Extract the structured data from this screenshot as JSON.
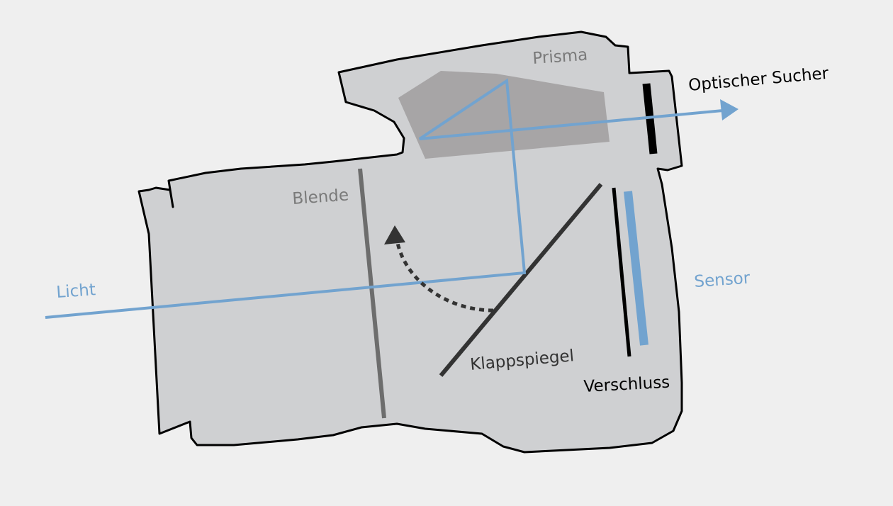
{
  "labels": {
    "prism": "Prisma",
    "viewfinder": "Optischer Sucher",
    "aperture": "Blende",
    "light": "Licht",
    "sensor": "Sensor",
    "mirror": "Klappspiegel",
    "shutter": "Verschluss"
  },
  "colors": {
    "background": "#efefef",
    "body_fill": "#cfd0d2",
    "body_stroke": "#000000",
    "prism_fill": "#a7a5a6",
    "light_ray": "#72a3cf",
    "label_gray": "#7a7a7a",
    "label_blue": "#72a3cf",
    "label_dark": "#000000",
    "mirror": "#333333",
    "aperture_line": "#6d6d6d",
    "sensor": "#72a3cf",
    "shutter": "#000000"
  },
  "icons": {
    "viewfinder_arrow": "arrow-right-icon",
    "mirror_flip": "curved-dotted-arrow-icon"
  }
}
